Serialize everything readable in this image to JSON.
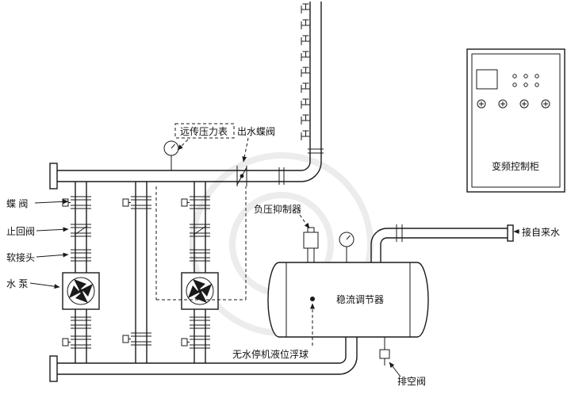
{
  "diagram": {
    "type": "piping-schematic",
    "labels": {
      "remote_pressure_gauge": "远传压力表",
      "outlet_butterfly_valve": "出水蝶阀",
      "butterfly_valve": "蝶  阀",
      "check_valve": "止回阀",
      "flexible_joint": "软接头",
      "water_pump": "水  泵",
      "negative_pressure_suppressor": "负压抑制器",
      "tap_water_inlet": "接自来水",
      "flow_regulator": "稳流调节器",
      "no_water_stop_float": "无水停机液位浮球",
      "drain_valve": "排空阀",
      "vfd_control_cabinet": "变频控制柜"
    },
    "colors": {
      "line": "#1a1a1a",
      "text": "#111111",
      "watermark": "#ececec",
      "background": "#ffffff"
    }
  }
}
